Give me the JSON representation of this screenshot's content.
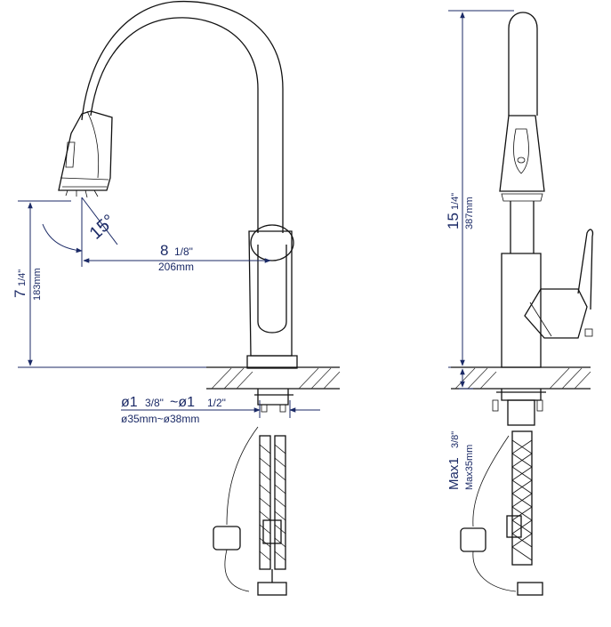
{
  "front_view": {
    "height_value": "7",
    "height_frac": "1/4\"",
    "height_mm": "183mm",
    "reach_value": "8",
    "reach_frac": "1/8\"",
    "reach_mm": "206mm",
    "angle": "15°",
    "hole_dia_imperial_a": "ø1",
    "hole_dia_imperial_a_frac": "3/8\"",
    "hole_dia_sep": "~ø1",
    "hole_dia_imperial_b_frac": "1/2\"",
    "hole_dia_mm": "ø35mm~ø38mm"
  },
  "side_view": {
    "total_height_value": "15",
    "total_height_frac": "1/4\"",
    "total_height_mm": "387mm",
    "deck_max_label": "Max1",
    "deck_max_frac": "3/8\"",
    "deck_max_mm": "Max35mm"
  },
  "colors": {
    "outline": "#111111",
    "dimension": "#1b2a66",
    "background": "#ffffff"
  }
}
